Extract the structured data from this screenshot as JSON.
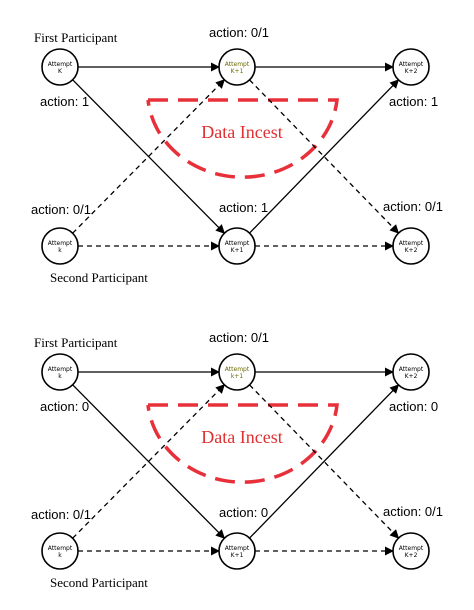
{
  "panels": [
    {
      "id": "top",
      "first_participant": "First Participant",
      "second_participant": "Second Participant",
      "data_incest_label": "Data Incest",
      "action_labels": {
        "top_center": "action: 0/1",
        "left_upper": "action: 1",
        "right_upper": "action: 1",
        "left_lower": "action: 0/1",
        "center_lower": "action: 1",
        "right_lower": "action: 0/1"
      },
      "nodes": {
        "p1_k": [
          "Attempt",
          "K"
        ],
        "p1_k1": [
          "Attempt",
          "K+1"
        ],
        "p1_k2": [
          "Attempt",
          "K+2"
        ],
        "p2_k": [
          "Attempt",
          "k"
        ],
        "p2_k1": [
          "Attempt",
          "K+1"
        ],
        "p2_k2": [
          "Attempt",
          "K+2"
        ]
      }
    },
    {
      "id": "bottom",
      "first_participant": "First Participant",
      "second_participant": "Second Participant",
      "data_incest_label": "Data Incest",
      "action_labels": {
        "top_center": "action: 0/1",
        "left_upper": "action: 0",
        "right_upper": "action: 0",
        "left_lower": "action: 0/1",
        "center_lower": "action: 0",
        "right_lower": "action: 0/1"
      },
      "nodes": {
        "p1_k": [
          "Attempt",
          "k"
        ],
        "p1_k1": [
          "Attempt",
          "k+1"
        ],
        "p1_k2": [
          "Attempt",
          "K+2"
        ],
        "p2_k": [
          "Attempt",
          "k"
        ],
        "p2_k1": [
          "Attempt",
          "K+1"
        ],
        "p2_k2": [
          "Attempt",
          "K+2"
        ]
      }
    }
  ],
  "colors": {
    "data_incest": "#e8303a",
    "highlight_node_text": "#6b6b00"
  }
}
